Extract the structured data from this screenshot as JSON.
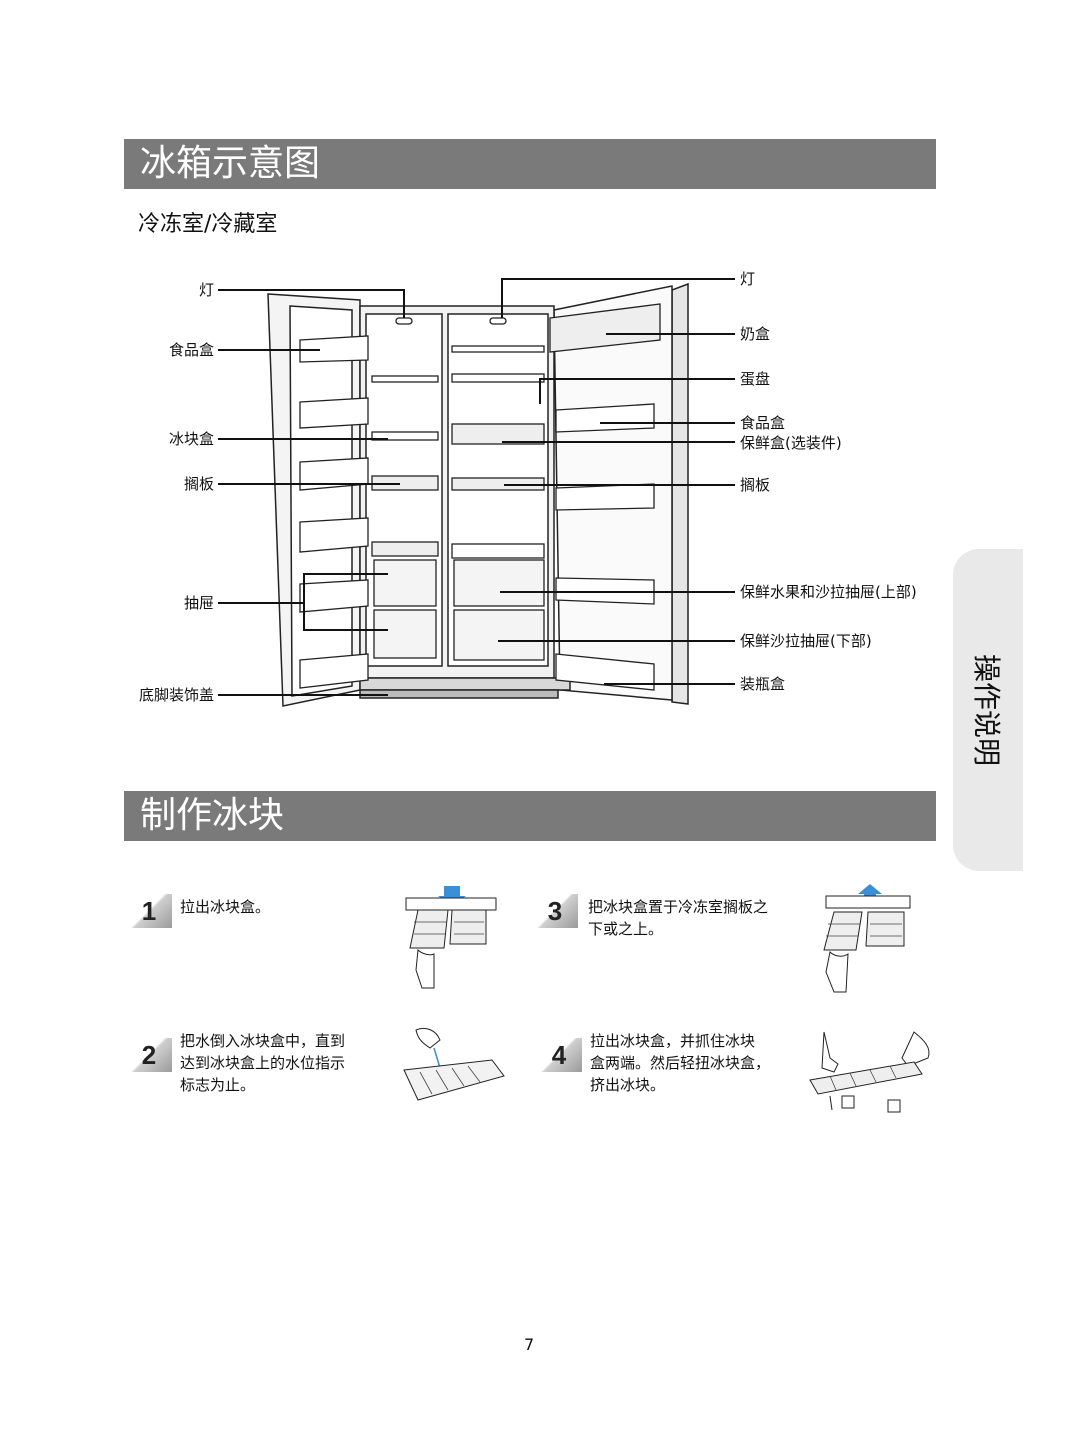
{
  "section1": {
    "title": "冰箱示意图",
    "subtitle": "冷冻室/冷藏室"
  },
  "diagram": {
    "left_labels": {
      "light": "灯",
      "food_box": "食品盒",
      "ice_tray": "冰块盒",
      "shelf": "搁板",
      "drawer": "抽屉",
      "base_cover": "底脚装饰盖"
    },
    "right_labels": {
      "light": "灯",
      "dairy_box": "奶盒",
      "egg_tray": "蛋盘",
      "food_box": "食品盒",
      "crisper_optional": "保鲜盒(选装件)",
      "shelf": "搁板",
      "crisper_upper": "保鲜水果和沙拉抽屉(上部)",
      "crisper_lower": "保鲜沙拉抽屉(下部)",
      "bottle_box": "装瓶盒"
    }
  },
  "side_tab": "操作说明",
  "section2": {
    "title": "制作冰块",
    "steps": [
      {
        "num": "1",
        "text": "拉出冰块盒。"
      },
      {
        "num": "2",
        "text": "把水倒入冰块盒中，直到\n达到冰块盒上的水位指示\n标志为止。"
      },
      {
        "num": "3",
        "text": "把冰块盒置于冷冻室搁板之\n下或之上。"
      },
      {
        "num": "4",
        "text": "拉出冰块盒，并抓住冰块\n盒两端。然后轻扭冰块盒，\n挤出冰块。"
      }
    ]
  },
  "page_number": "7",
  "colors": {
    "banner": "#7a7a7a",
    "side_tab": "#e9e9e9",
    "arrow": "#3a8fd6"
  }
}
